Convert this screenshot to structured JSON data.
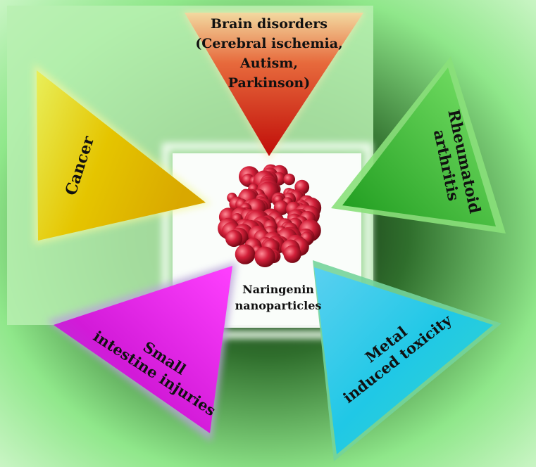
{
  "center": {
    "line1": "Naringenin",
    "line2": "nanoparticles"
  },
  "triangles": {
    "brain": {
      "line1": "Brain disorders",
      "line2": "(Cerebral ischemia,",
      "line3": "Autism,",
      "line4": "Parkinson)"
    },
    "cancer": {
      "label": "Cancer"
    },
    "rheumatoid": {
      "line1": "Rheumatoid",
      "line2": "arthritis"
    },
    "intestine": {
      "line1": "Small",
      "line2": "intestine injuries"
    },
    "metal": {
      "line1": "Metal",
      "line2": "induced toxicity"
    }
  },
  "colors": {
    "brain": "#d11a0f",
    "cancer": "#e0b800",
    "rheumatoid": "#2fb52a",
    "intestine": "#d21ad8",
    "metal": "#20c8e6",
    "background": "#8fe78a",
    "nanoparticle": "#c0142a"
  }
}
